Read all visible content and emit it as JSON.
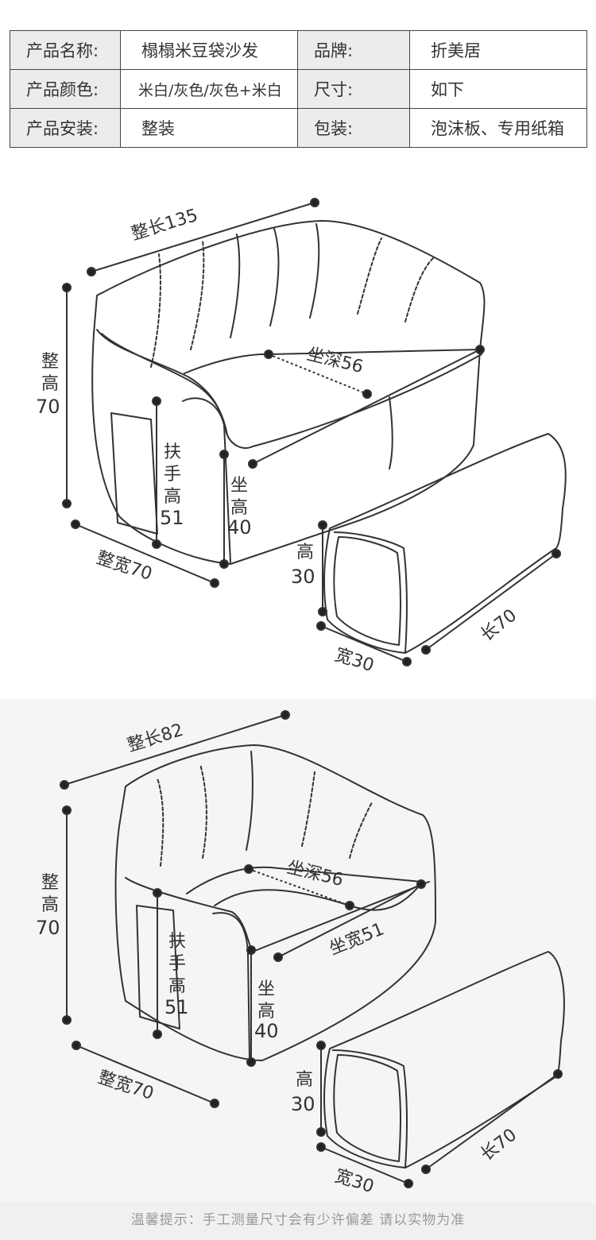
{
  "specs": {
    "name_label": "产品名称:",
    "name_value": "榻榻米豆袋沙发",
    "brand_label": "品牌:",
    "brand_value": "折美居",
    "color_label": "产品颜色:",
    "color_value": "米白/灰色/灰色+米白",
    "size_label": "尺寸:",
    "size_value": "如下",
    "install_label": "产品安装:",
    "install_value": "整装",
    "package_label": "包装:",
    "package_value": "泡沫板、专用纸箱"
  },
  "sofa_two_seat": {
    "total_length": "整长135",
    "total_height": [
      "整",
      "高",
      "70"
    ],
    "seat_depth": "坐深56",
    "arm_height": [
      "扶",
      "手",
      "高",
      "51"
    ],
    "seat_height": [
      "坐",
      "高",
      "40"
    ],
    "total_width": "整宽70",
    "ottoman_height": [
      "高",
      "30"
    ],
    "ottoman_width": "宽30",
    "ottoman_length": "长70"
  },
  "sofa_single_seat": {
    "total_length": "整长82",
    "total_height": [
      "整",
      "高",
      "70"
    ],
    "seat_depth": "坐深56",
    "seat_width": "坐宽51",
    "arm_height": [
      "扶",
      "手",
      "高",
      "51"
    ],
    "seat_height": [
      "坐",
      "高",
      "40"
    ],
    "total_width": "整宽70",
    "ottoman_height": [
      "高",
      "30"
    ],
    "ottoman_width": "宽30",
    "ottoman_length": "长70"
  },
  "footer": {
    "note": "温馨提示：手工测量尺寸会有少许偏差 请以实物为准"
  },
  "colors": {
    "line": "#333333",
    "table_border": "#444444",
    "label_bg": "#ececec",
    "bottom_panel_bg": "#f5f5f5",
    "footer_text": "#999999"
  }
}
